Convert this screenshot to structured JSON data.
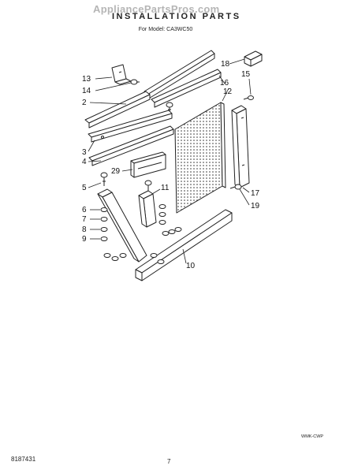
{
  "header": {
    "watermark": "AppliancePartsPros.com",
    "title": "INSTALLATION PARTS",
    "subtitle": "For Model: CA3WC50"
  },
  "callouts": [
    "13",
    "14",
    "2",
    "3",
    "4",
    "29",
    "5",
    "6",
    "7",
    "8",
    "9",
    "11",
    "10",
    "18",
    "15",
    "16",
    "12",
    "17",
    "19"
  ],
  "footer": {
    "code_left": "8187431",
    "page_number": "7",
    "code_right": "WMK-CWP"
  },
  "colors": {
    "line": "#222222",
    "fill": "#ffffff"
  }
}
